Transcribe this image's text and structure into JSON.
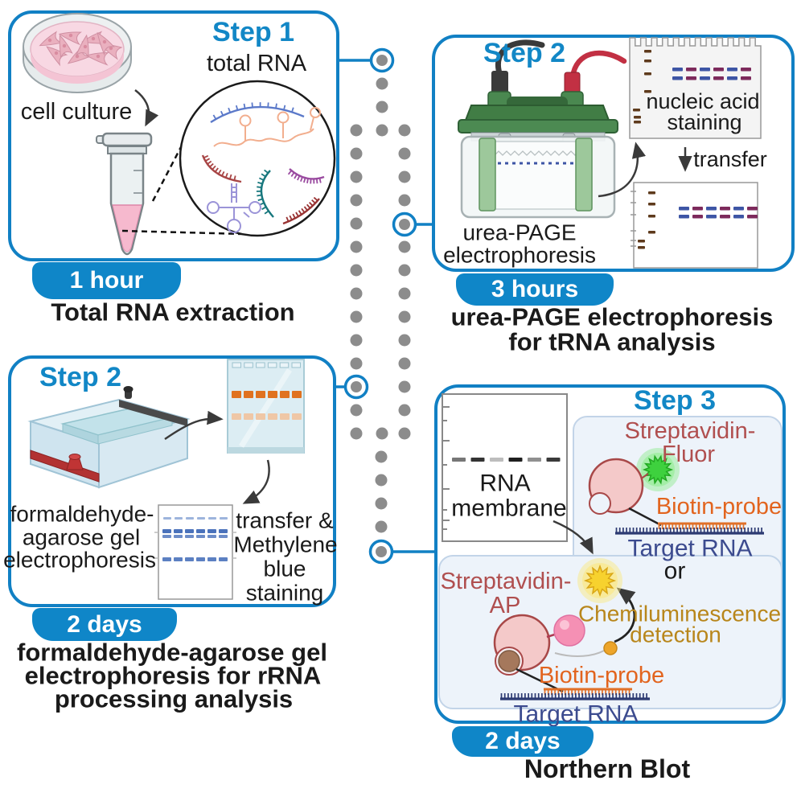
{
  "colors": {
    "accent_blue": "#1180c4",
    "step_title_blue": "#1287c6",
    "maroon": "#b04f4f",
    "orange": "#e2641e",
    "navy": "#3c4b8f",
    "gold": "#b8861b",
    "dot_gray": "#8c8c8c",
    "band_blue": "#3d55a5",
    "band_purple": "#7d2a5c",
    "ladder_brown": "#5e3a1c"
  },
  "step1": {
    "title": "Step 1",
    "total_rna_label": "total RNA",
    "cell_culture_label": "cell culture",
    "duration": "1 hour",
    "caption": "Total RNA extraction"
  },
  "step2_urea": {
    "title": "Step 2",
    "apparatus_label_lines": [
      "urea-PAGE",
      "electrophoresis"
    ],
    "gel_label_lines": [
      "nucleic acid",
      "staining"
    ],
    "transfer_label": "transfer",
    "duration": "3 hours",
    "caption_lines": [
      "urea-PAGE electrophoresis",
      "for tRNA analysis"
    ]
  },
  "step2_agarose": {
    "title": "Step 2",
    "apparatus_label_lines": [
      "formaldehyde-",
      "agarose gel",
      "electrophoresis"
    ],
    "membrane_label_lines": [
      "transfer &",
      "Methylene",
      "blue",
      "staining"
    ],
    "duration": "2 days",
    "caption_lines": [
      "formaldehyde-agarose gel",
      "electrophoresis for rRNA",
      "processing analysis"
    ]
  },
  "step3": {
    "title": "Step 3",
    "membrane_label_lines": [
      "RNA",
      "membrane"
    ],
    "fluor_label_lines": [
      "Streptavidin-",
      "Fluor"
    ],
    "biotin_probe_label_top": "Biotin-probe",
    "target_rna_label_top": "Target RNA",
    "or_label": "or",
    "ap_label_lines": [
      "Streptavidin-",
      "AP"
    ],
    "chemi_label_lines": [
      "Chemiluminescence",
      "detection"
    ],
    "biotin_probe_label_bottom": "Biotin-probe",
    "target_rna_label_bottom": "Target RNA",
    "duration": "2 days",
    "caption": "Northern Blot"
  }
}
